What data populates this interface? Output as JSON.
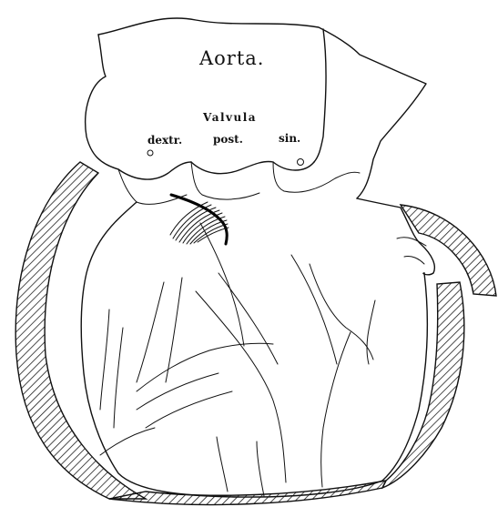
{
  "labels": {
    "aorta": "Aorta.",
    "valvula": "Valvula",
    "dextr": "dextr.",
    "post": "post.",
    "sin": "sin."
  }
}
